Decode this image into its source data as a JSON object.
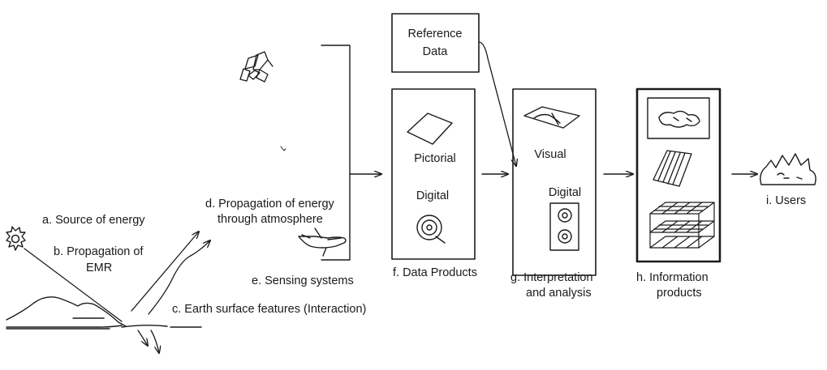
{
  "labels": {
    "a": "a. Source of energy",
    "b1": "b. Propagation of",
    "b2": "EMR",
    "c": "c. Earth surface features (Interaction)",
    "d1": "d. Propagation of energy",
    "d2": "through atmosphere",
    "e": "e. Sensing systems",
    "f": "f. Data Products",
    "g1": "g. Interpretation",
    "g2": "and analysis",
    "h1": "h. Information",
    "h2": "products",
    "i": "i.  Users"
  },
  "reference": {
    "line1": "Reference",
    "line2": "Data"
  },
  "data_products": {
    "pictorial": "Pictorial",
    "digital": "Digital"
  },
  "interpretation": {
    "visual": "Visual",
    "digital": "Digital"
  },
  "colors": {
    "ink": "#1a1a1a",
    "background": "#ffffff"
  },
  "icons": [
    "sun-icon",
    "satellite-icon",
    "aircraft-icon",
    "terrain-icon",
    "photo-icon",
    "tape-reel-icon",
    "image-sketch-icon",
    "tape-drive-icon",
    "map-icon",
    "grid-layers-icon",
    "users-icon"
  ]
}
